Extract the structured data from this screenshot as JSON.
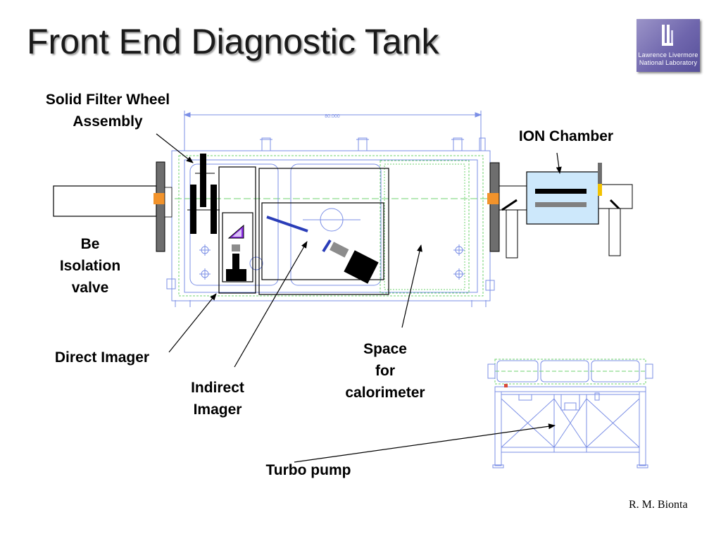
{
  "title": "Front End Diagnostic Tank",
  "logo": {
    "line1": "Lawrence Livermore",
    "line2": "National Laboratory"
  },
  "labels": {
    "solid_filter_line1": "Solid Filter Wheel",
    "solid_filter_line2": "Assembly",
    "ion_chamber": "ION Chamber",
    "be_line1": "Be",
    "be_line2": "Isolation",
    "be_line3": "valve",
    "direct_imager": "Direct Imager",
    "indirect_line1": "Indirect",
    "indirect_line2": "Imager",
    "space_line1": "Space",
    "space_line2": "for",
    "space_line3": "calorimeter",
    "turbo_pump": "Turbo pump"
  },
  "dimension_text": "80.000",
  "credit": "R. M. Bionta",
  "colors": {
    "blueprint_blue": "#7b8fe6",
    "blueprint_green": "#6fd36f",
    "flange_gray": "#6e6e6e",
    "port_orange": "#f2932b",
    "ion_chamber_fill": "#cde8fb",
    "mirror_blue": "#2a3db8",
    "prism_purple": "#8a2be2"
  }
}
